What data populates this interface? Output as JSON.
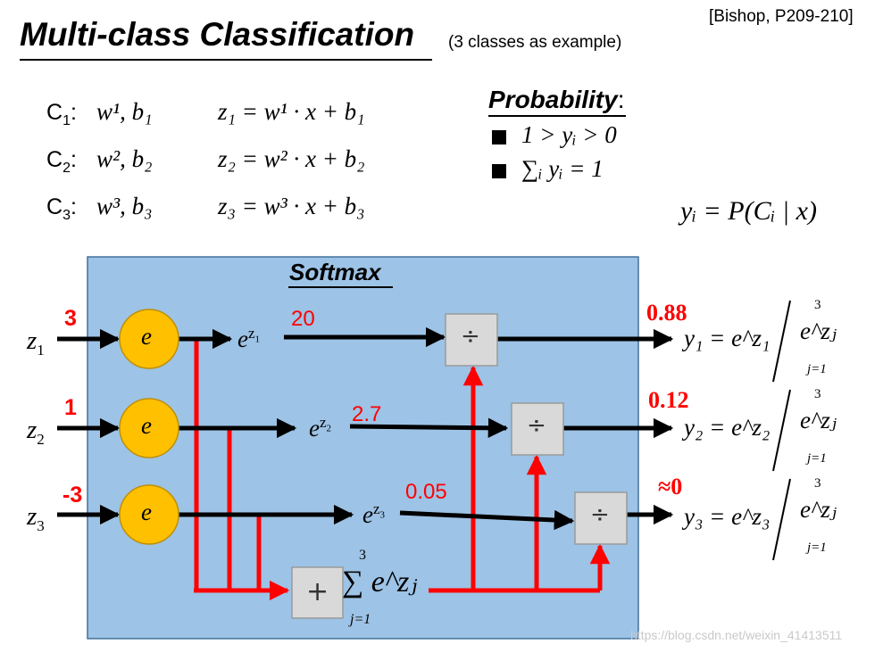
{
  "title": "Multi-class Classification",
  "subtitle": "(3 classes as example)",
  "reference": "[Bishop, P209-210]",
  "classes": [
    {
      "label": "C",
      "sub": "1",
      "params": "w¹, b₁",
      "equation": "z₁ = w¹ · x + b₁"
    },
    {
      "label": "C",
      "sub": "2",
      "params": "w², b₂",
      "equation": "z₂ = w² · x + b₂"
    },
    {
      "label": "C",
      "sub": "3",
      "params": "w³, b₃",
      "equation": "z₃ = w³ · x + b₃"
    }
  ],
  "probability": {
    "title": "Probability",
    "colon": ":",
    "rules": [
      "1 > yᵢ > 0",
      "∑ᵢ yᵢ = 1"
    ],
    "definition": "yᵢ = P(Cᵢ | x)"
  },
  "softmax": {
    "label": "Softmax",
    "node_label": "e",
    "plus_label": "+",
    "divide_label": "÷",
    "sum_expr": "∑ e^zⱼ",
    "sum_upper": "3",
    "sum_lower": "j=1",
    "inputs": [
      {
        "name": "z",
        "sub": "1",
        "value": "3"
      },
      {
        "name": "z",
        "sub": "2",
        "value": "1"
      },
      {
        "name": "z",
        "sub": "3",
        "value": "-3"
      }
    ],
    "exps": [
      {
        "base": "e",
        "sup": "z",
        "supsub": "1",
        "value": "20"
      },
      {
        "base": "e",
        "sup": "z",
        "supsub": "2",
        "value": "2.7"
      },
      {
        "base": "e",
        "sup": "z",
        "supsub": "3",
        "value": "0.05"
      }
    ],
    "outputs": [
      {
        "value": "0.88",
        "lhs": "y₁ = e^z₁"
      },
      {
        "value": "0.12",
        "lhs": "y₂ = e^z₂"
      },
      {
        "value": "≈0",
        "lhs": "y₃ = e^z₃"
      }
    ],
    "output_den": "e^zⱼ"
  },
  "watermark": "https://blog.csdn.net/weixin_41413511",
  "colors": {
    "box_fill": "#9dc3e6",
    "node_fill": "#ffc000",
    "accent": "#ff0000",
    "op_fill": "#d9d9d9"
  }
}
